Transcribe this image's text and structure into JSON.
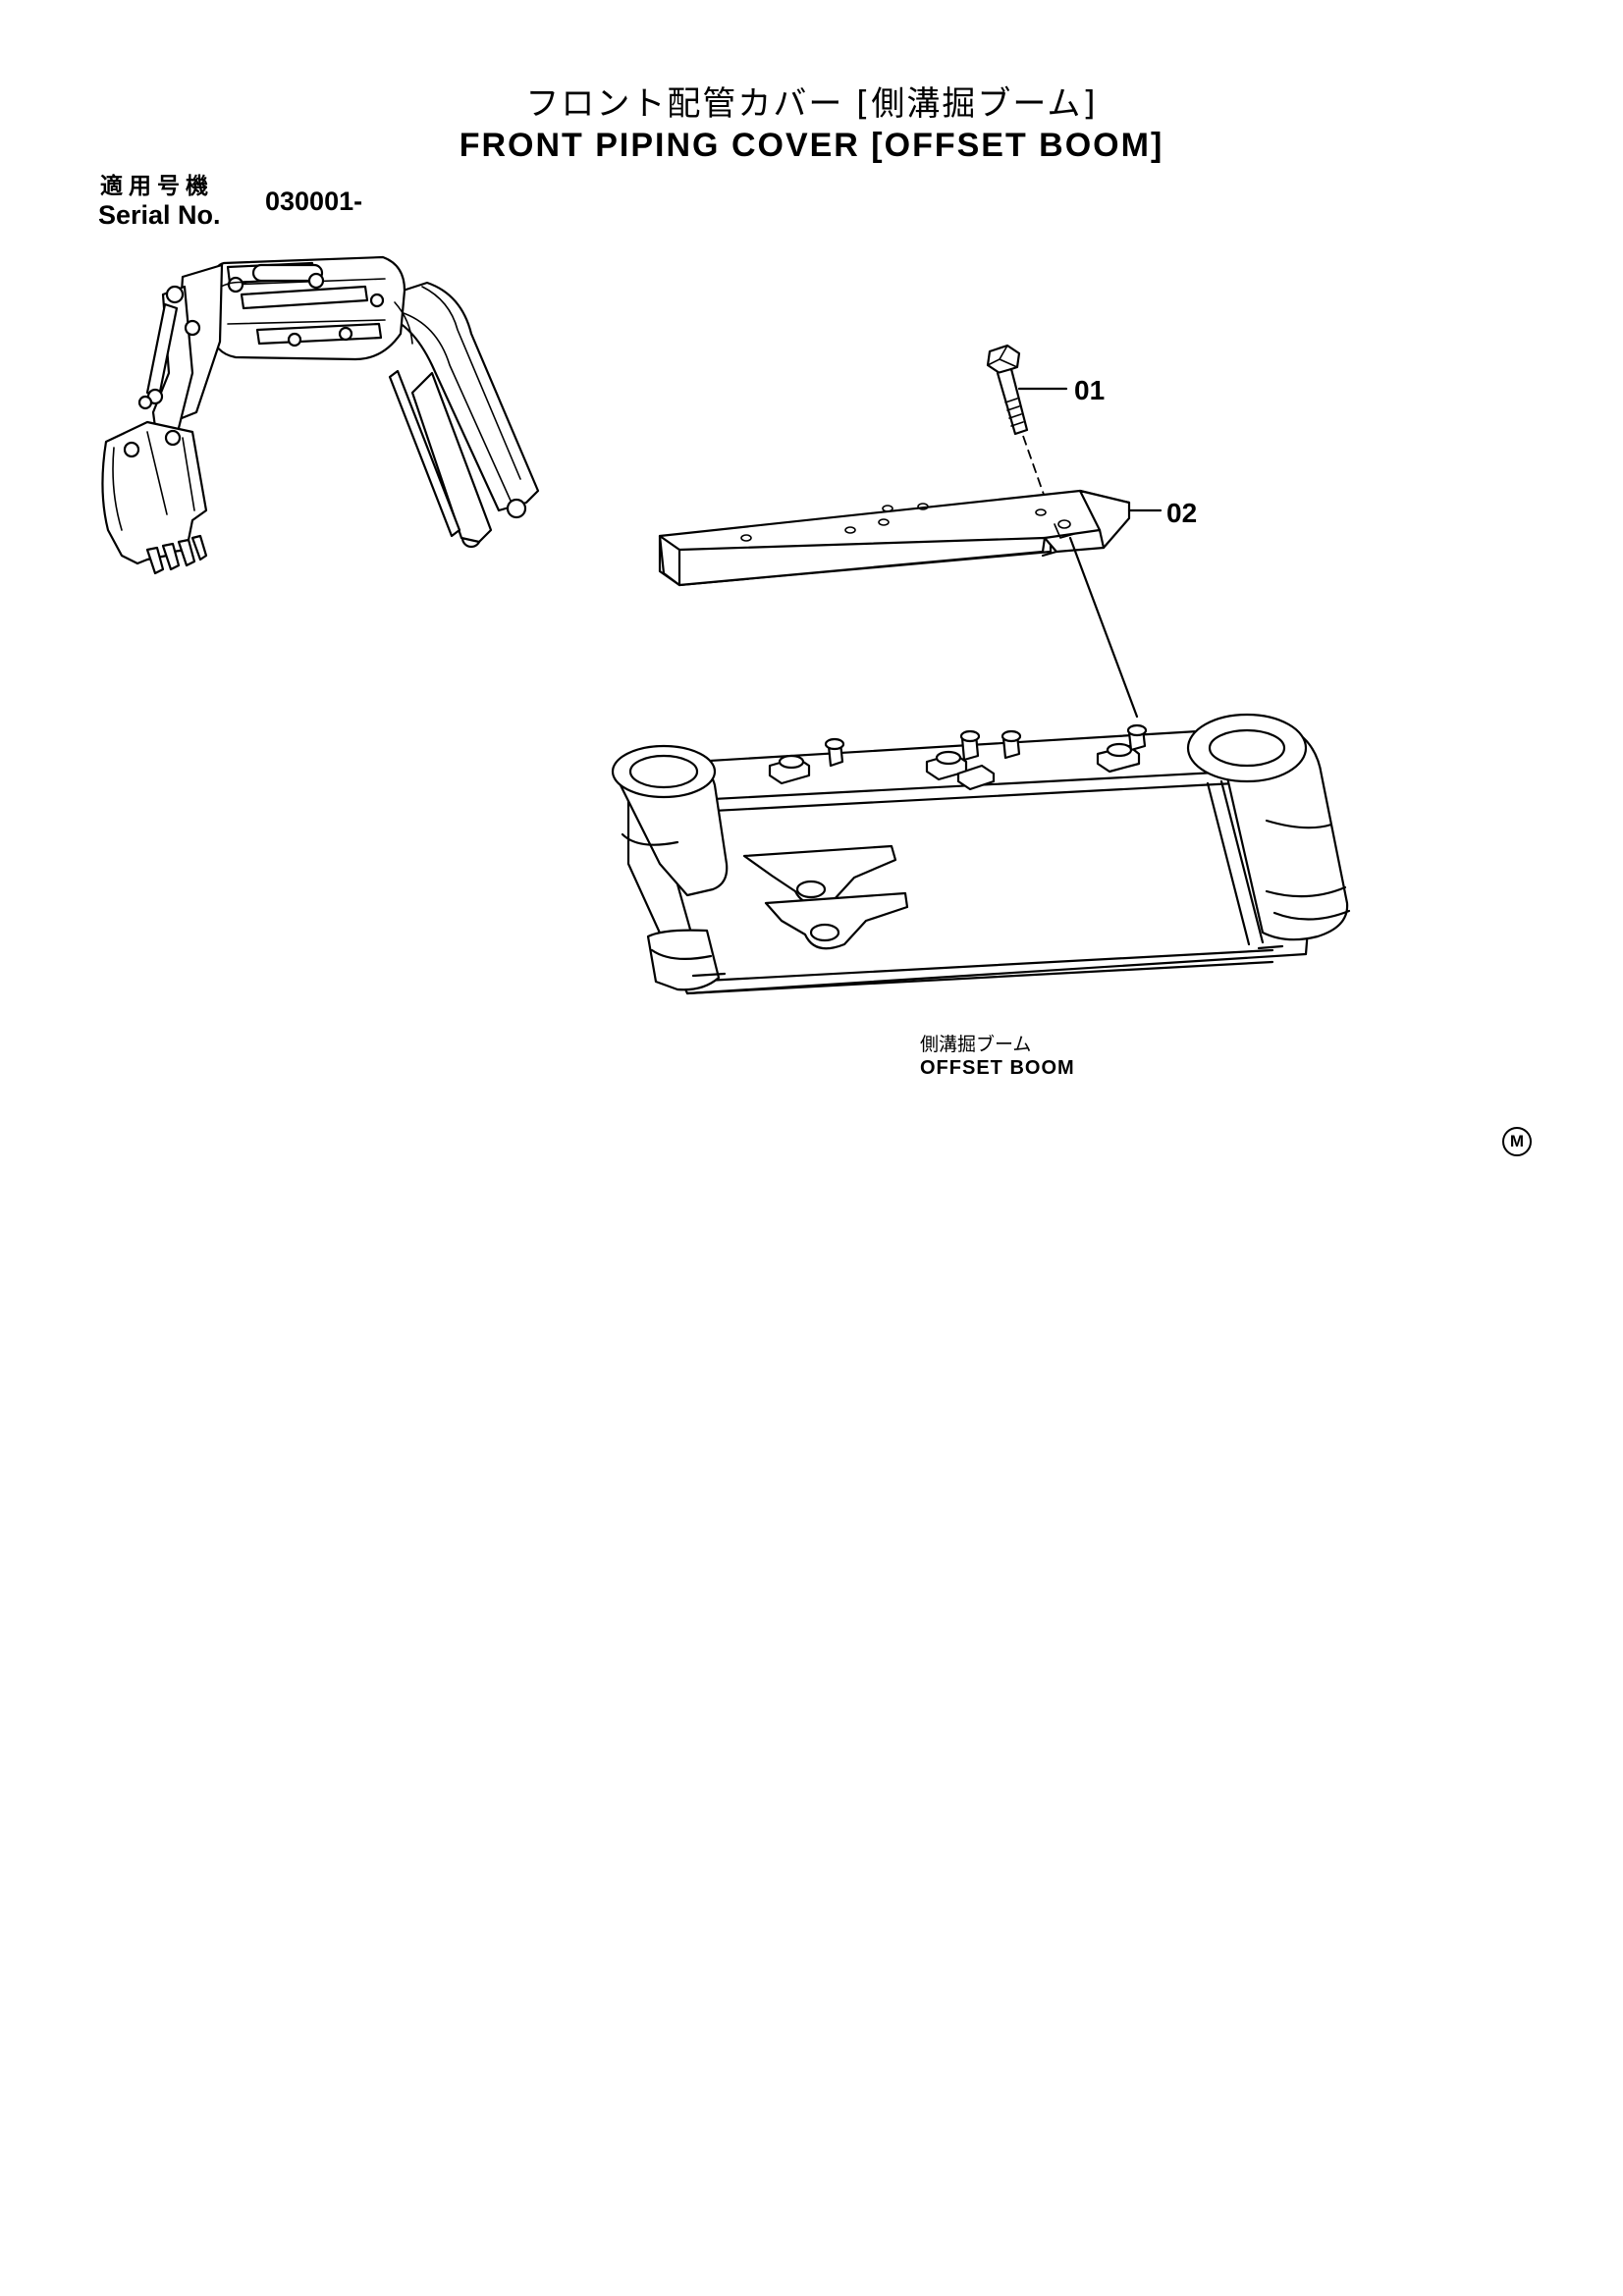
{
  "header": {
    "title_jp": "フロント配管カバー [側溝掘ブーム]",
    "title_en": "FRONT PIPING COVER [OFFSET BOOM]"
  },
  "serial": {
    "label_jp": "適用号機",
    "label_en": "Serial No.",
    "value": "030001-"
  },
  "callouts": [
    {
      "number": "01",
      "part": "bolt"
    },
    {
      "number": "02",
      "part": "piping-cover"
    }
  ],
  "boom_label": {
    "jp": "側溝掘ブーム",
    "en": "OFFSET BOOM"
  },
  "mark": "M"
}
